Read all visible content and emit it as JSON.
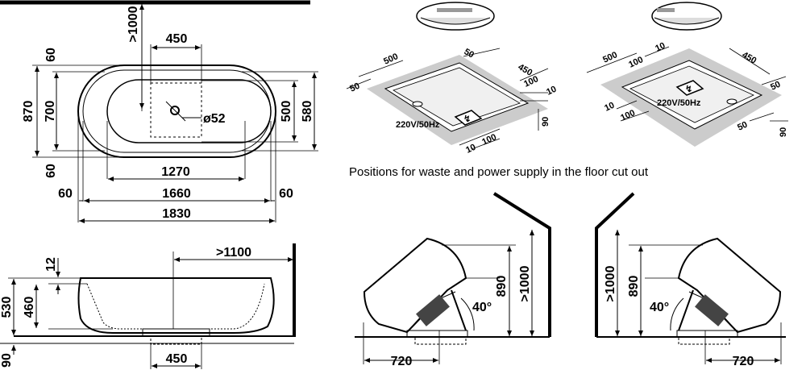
{
  "caption": "Positions for waste and power supply in the floor cut out",
  "plan": {
    "d_gt1000": ">1000",
    "d_450": "450",
    "d_60_top": "60",
    "d_870": "870",
    "d_700": "700",
    "d_60_bottom": "60",
    "d_500": "500",
    "d_580": "580",
    "d_o52": "ø52",
    "d_1270": "1270",
    "d_60_left": "60",
    "d_1660": "1660",
    "d_60_right": "60",
    "d_1830": "1830"
  },
  "side": {
    "d_12": "12",
    "d_gt1100": ">1100",
    "d_530": "530",
    "d_460": "460",
    "d_90": "90",
    "d_450": "450"
  },
  "cutout1": {
    "d_500": "500",
    "d_50a": "50",
    "d_450": "450",
    "d_50b": "50",
    "d_100": "100",
    "d_10a": "10",
    "power": "220V/50Hz",
    "d_90": "90",
    "d_10b": "10",
    "d_100b": "100"
  },
  "cutout2": {
    "d_500": "500",
    "d_100a": "100",
    "d_10a": "10",
    "d_450": "450",
    "d_50a": "50",
    "d_10b": "10",
    "d_100b": "100",
    "power": "220V/50Hz",
    "d_50b": "50",
    "d_90": "90"
  },
  "tilt_left": {
    "d_890": "890",
    "d_gt1000": ">1000",
    "angle": "40°",
    "d_720": "720"
  },
  "tilt_right": {
    "d_gt1000": ">1000",
    "d_890": "890",
    "angle": "40°",
    "d_720": "720"
  }
}
